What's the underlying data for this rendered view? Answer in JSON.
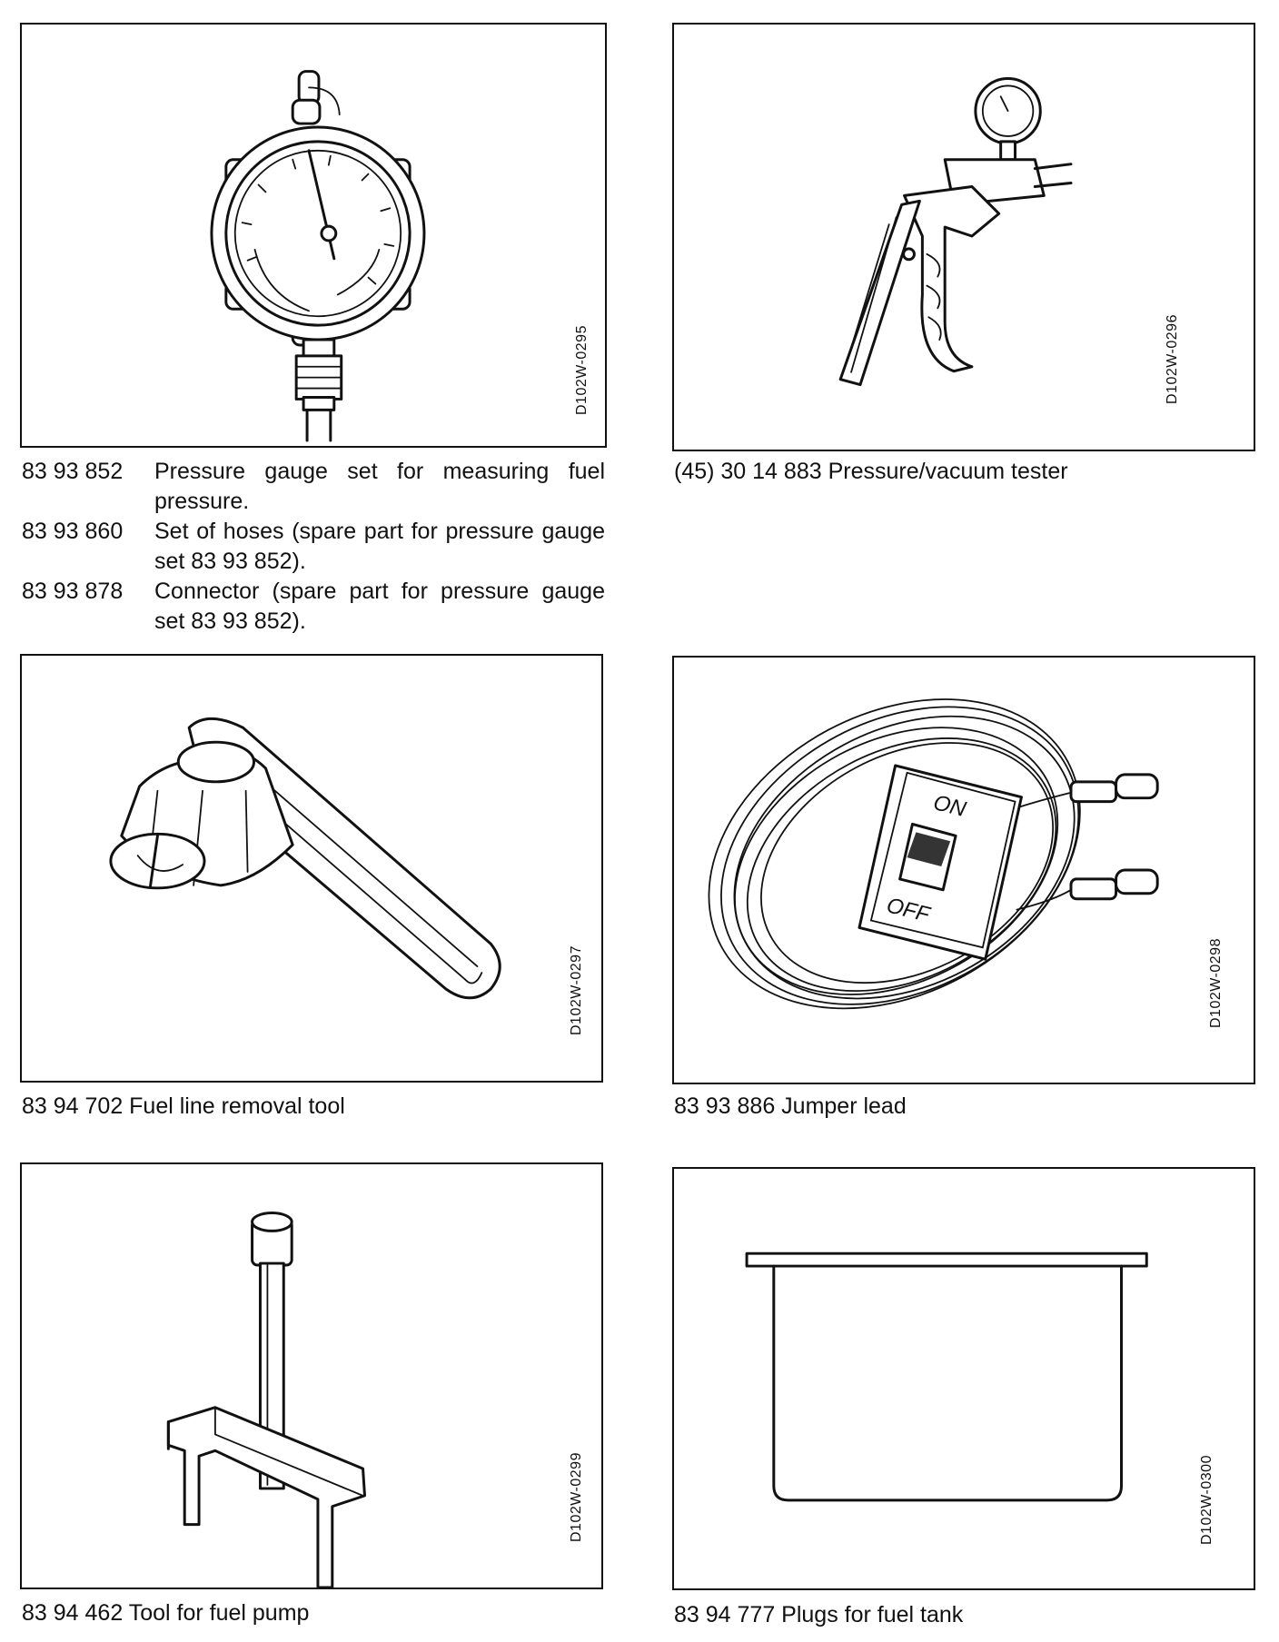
{
  "figures": [
    {
      "code": "D102W-0295"
    },
    {
      "code": "D102W-0296"
    },
    {
      "code": "D102W-0297"
    },
    {
      "code": "D102W-0298"
    },
    {
      "code": "D102W-0299"
    },
    {
      "code": "D102W-0300"
    }
  ],
  "captions": {
    "pressure_gauge": [
      {
        "part": "83 93 852",
        "text": "Pressure gauge set for measuring fuel pressure."
      },
      {
        "part": "83 93 860",
        "text": "Set of hoses (spare part for pressure gauge set 83 93 852)."
      },
      {
        "part": "83 93 878",
        "text": "Connector (spare part for pressure gauge set 83 93 852)."
      }
    ],
    "vacuum_tester": "(45) 30 14 883 Pressure/vacuum tester",
    "removal_tool": "83 94 702 Fuel line removal tool",
    "jumper_lead": "83 93 886 Jumper lead",
    "pump_tool": "83 94 462 Tool for fuel pump",
    "tank_plugs": "83 94 777 Plugs for fuel tank"
  },
  "switch_labels": {
    "on": "ON",
    "off": "OFF"
  }
}
